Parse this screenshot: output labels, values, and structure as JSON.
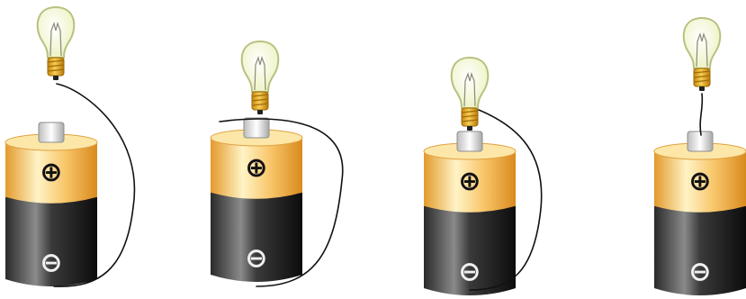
{
  "colors": {
    "background": "#ffffff",
    "cap_top": "#fff3c6",
    "cap_mid": "#f8c66a",
    "cap_edge": "#e39a2c",
    "body_dark": "#1b1b1b",
    "body_light": "#7a7a7a",
    "terminal": "#e4e4e4",
    "bulb_glass": "#f2f6d2",
    "bulb_outline": "#b9c07e",
    "bulb_base": "#e3a81d",
    "wire": "#111111"
  },
  "symbols": {
    "positive": "⊕",
    "negative": "⊖"
  },
  "setups": [
    {
      "id": "a",
      "bulb_contact": "base-tip",
      "wire": "bulb-to-negative",
      "lights": false
    },
    {
      "id": "b",
      "bulb_contact": "tip-on-positive",
      "wire": "side-to-negative",
      "lights": false
    },
    {
      "id": "c",
      "bulb_contact": "side-of-base",
      "wire": "side-to-negative",
      "lights": false
    },
    {
      "id": "d",
      "bulb_contact": "wire-only",
      "wire": "bulb-to-positive",
      "lights": false
    }
  ]
}
